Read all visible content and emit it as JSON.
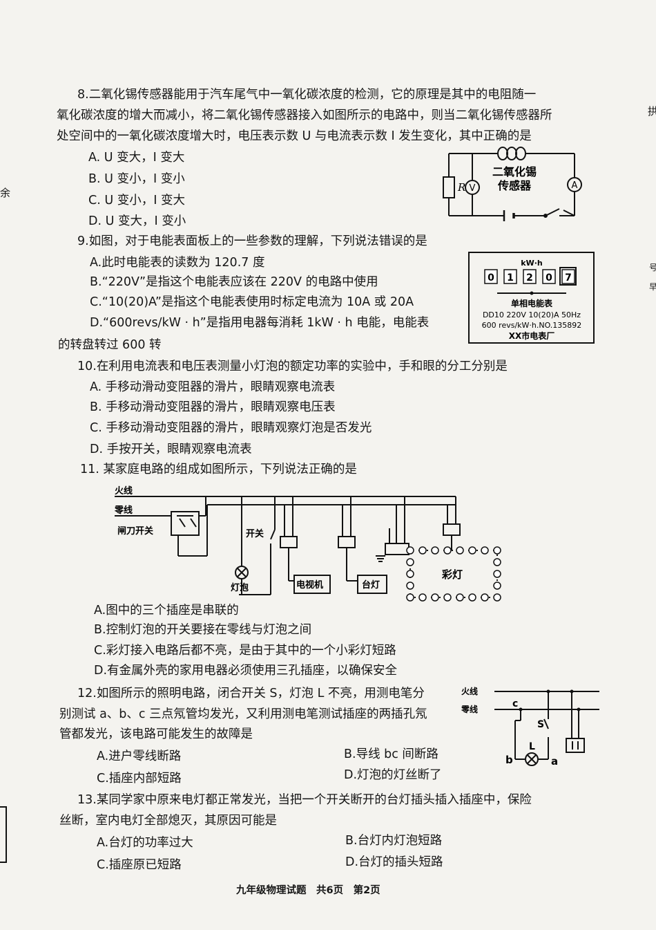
{
  "q8": {
    "line1": "8.二氧化锡传感器能用于汽车尾气中一氧化碳浓度的检测，它的原理是其中的电阻随一",
    "line2": "氧化碳浓度的增大而减小，将二氧化锡传感器接入如图所示的电路中，则当二氧化锡传感器所",
    "line3": "处空间中的一氧化碳浓度增大时，电压表示数 U 与电流表示数 I 发生变化，其中正确的是",
    "options": [
      "A. U 变大，I 变大",
      "B. U 变小，I 变小",
      "C. U 变小，I 变大",
      "D. U 变大，I 变小"
    ],
    "figure": {
      "resistor": "R",
      "voltmeter": "V",
      "ammeter": "A",
      "sensor_line1": "二氧化锡",
      "sensor_line2": "传感器"
    }
  },
  "q9": {
    "stem": "9.如图，对于电能表面板上的一些参数的理解，下列说法错误的是",
    "options": [
      "A.此时电能表的读数为 120.7 度",
      "B.“220V”是指这个电能表应该在 220V 的电路中使用",
      "C.“10(20)A”是指这个电能表使用时标定电流为 10A 或 20A",
      "D.“600revs/kW · h”是指用电器每消耗 1kW · h 电能，电能表"
    ],
    "option_d_cont": "的转盘转过 600 转",
    "meter": {
      "unit": "kW·h",
      "digits": [
        "0",
        "1",
        "2",
        "0",
        "7"
      ],
      "name": "单相电能表",
      "spec1": "DD10 220V 10(20)A 50Hz",
      "spec2": "600 revs/kW·h.NO.135892",
      "maker": "XX市电表厂"
    }
  },
  "q10": {
    "stem": "10.在利用电流表和电压表测量小灯泡的额定功率的实验中，手和眼的分工分别是",
    "options": [
      "A. 手移动滑动变阻器的滑片，眼睛观察电流表",
      "B. 手移动滑动变阻器的滑片，眼睛观察电压表",
      "C. 手移动滑动变阻器的滑片，眼睛观察灯泡是否发光",
      "D. 手按开关，眼睛观察电流表"
    ]
  },
  "q11": {
    "stem": "11. 某家庭电路的组成如图所示，下列说法正确的是",
    "figure": {
      "live": "火线",
      "neutral": "零线",
      "knife_switch": "闸刀开关",
      "switch": "开关",
      "bulb": "灯泡",
      "tv": "电视机",
      "lamp": "台灯",
      "string_lights": "彩灯"
    },
    "options": [
      "A.图中的三个插座是串联的",
      "B.控制灯泡的开关要接在零线与灯泡之间",
      "C.彩灯接入电路后都不亮，是由于其中的一个小彩灯短路",
      "D.有金属外壳的家用电器必须使用三孔插座，以确保安全"
    ]
  },
  "q12": {
    "line1": "12.如图所示的照明电路，闭合开关 S，灯泡 L 不亮，用测电笔分",
    "line2": "别测试 a、b、c 三点氖管均发光，又利用测电笔测试插座的两插孔氖",
    "line3": "管都发光，该电路可能发生的故障是",
    "options": [
      "A.进户零线断路",
      "B.导线 bc 间断路",
      "C.插座内部短路",
      "D.灯泡的灯丝断了"
    ],
    "figure": {
      "live": "火线",
      "neutral": "零线",
      "c": "c",
      "s": "S",
      "l": "L",
      "b": "b",
      "a": "a"
    }
  },
  "q13": {
    "line1": "13.某同学家中原来电灯都正常发光，当把一个开关断开的台灯插头插入插座中，保险",
    "line2": "丝断，室内电灯全部熄灭，其原因可能是",
    "options": [
      "A.台灯的功率过大",
      "B.台灯内灯泡短路",
      "C.插座原已短路",
      "D.台灯的插头短路"
    ]
  },
  "footer": {
    "text": "九年级物理试题　共6页　第2页"
  },
  "margin": {
    "left": "余",
    "right_top": "拱",
    "right_mid1": "号",
    "right_mid2": "早"
  }
}
